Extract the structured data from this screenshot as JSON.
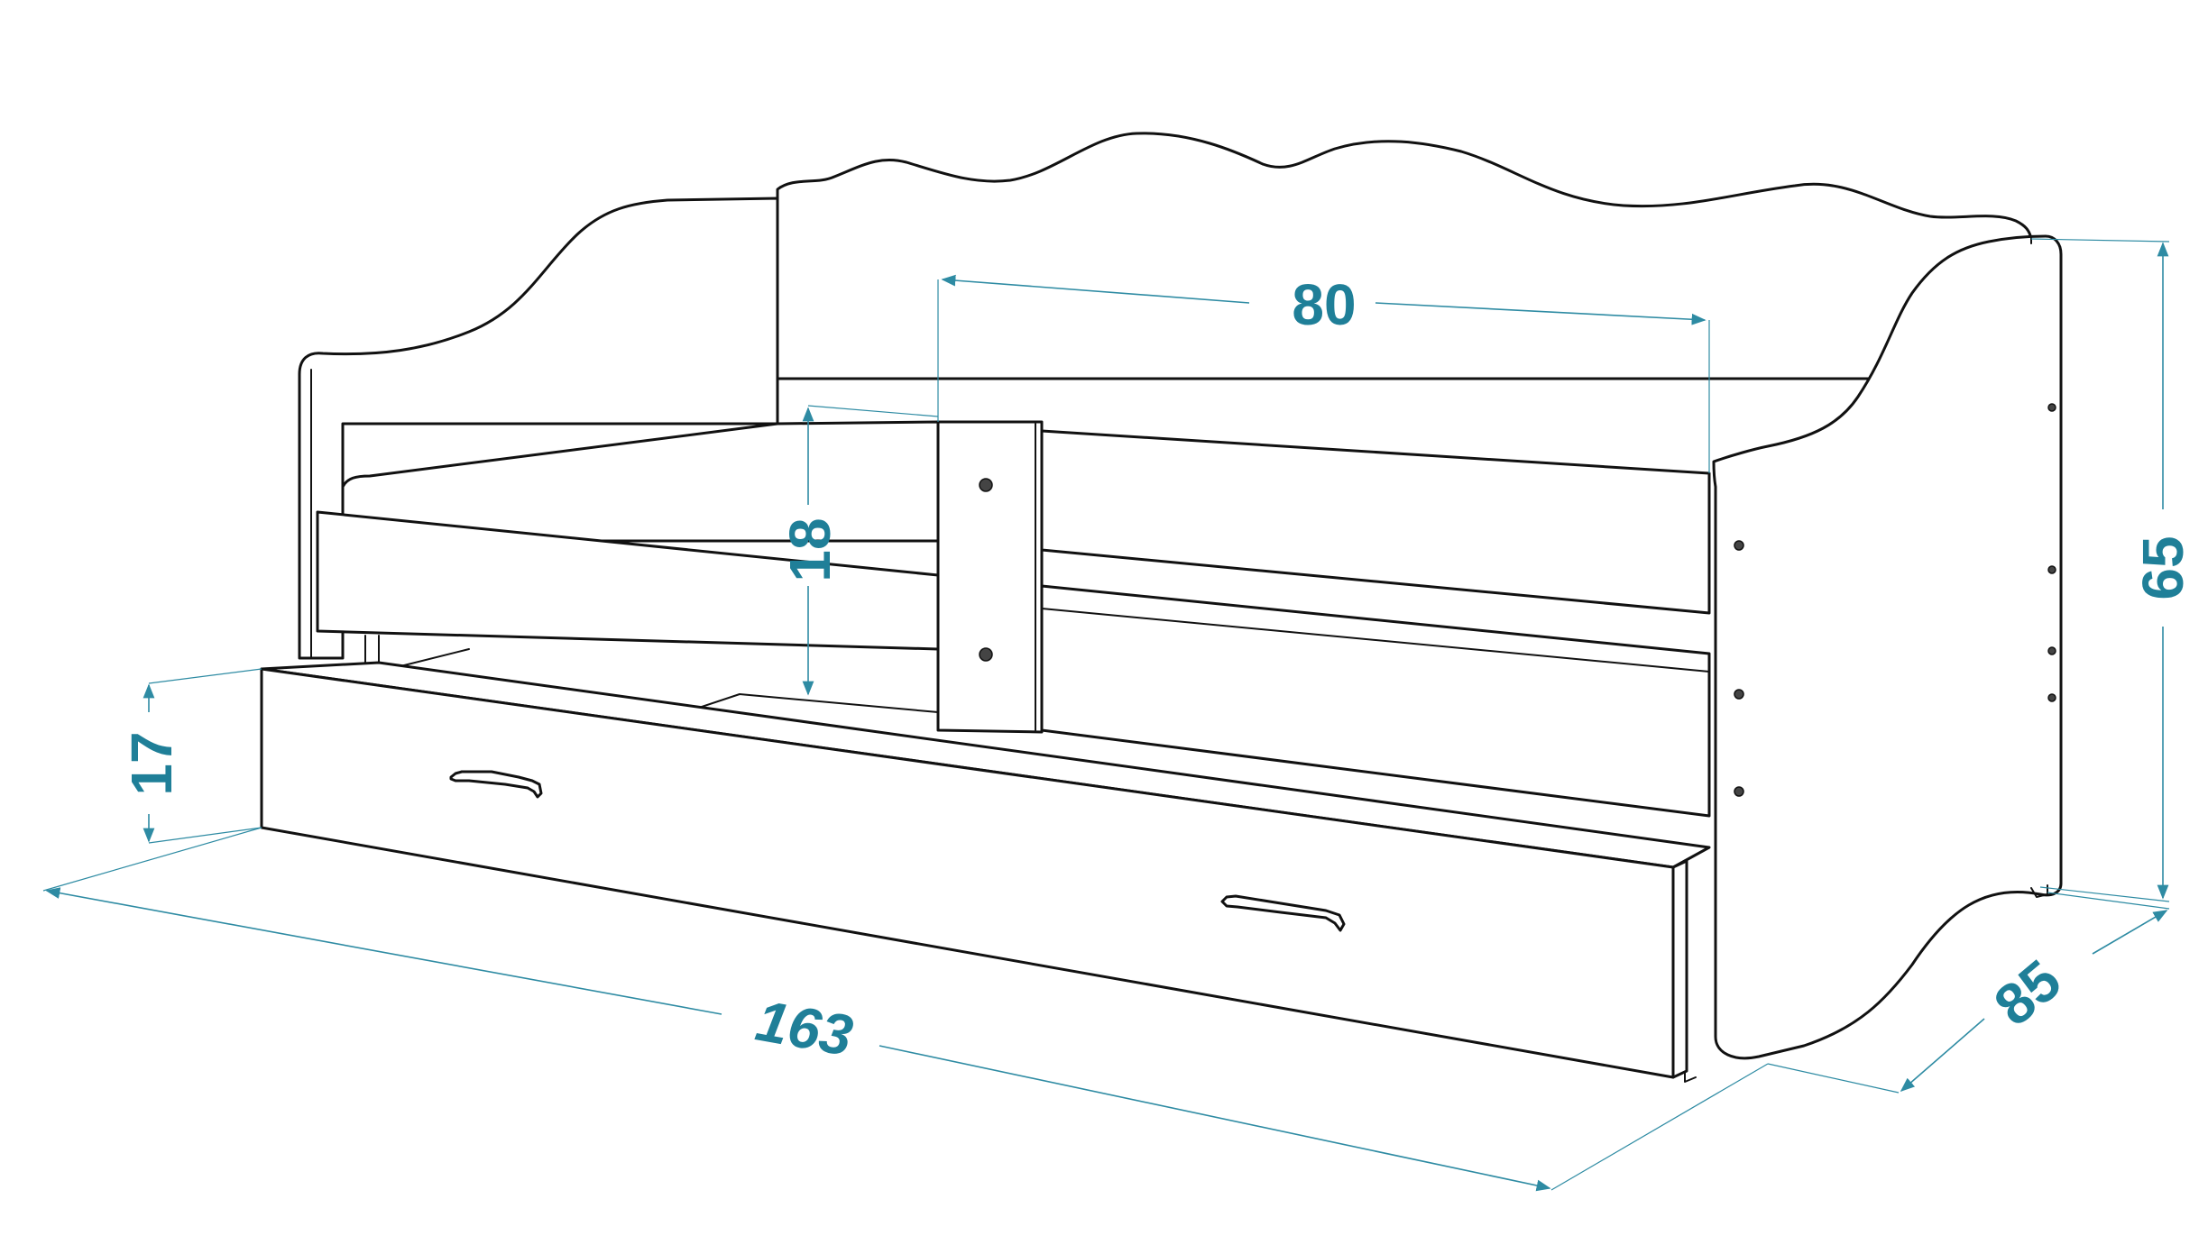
{
  "dimensions": {
    "length": "163",
    "depth": "85",
    "height": "65",
    "opening_width": "80",
    "rail_height": "18",
    "drawer_height": "17"
  },
  "colors": {
    "dimension": "#1f7f98",
    "outline": "#111111",
    "background": "#ffffff"
  }
}
